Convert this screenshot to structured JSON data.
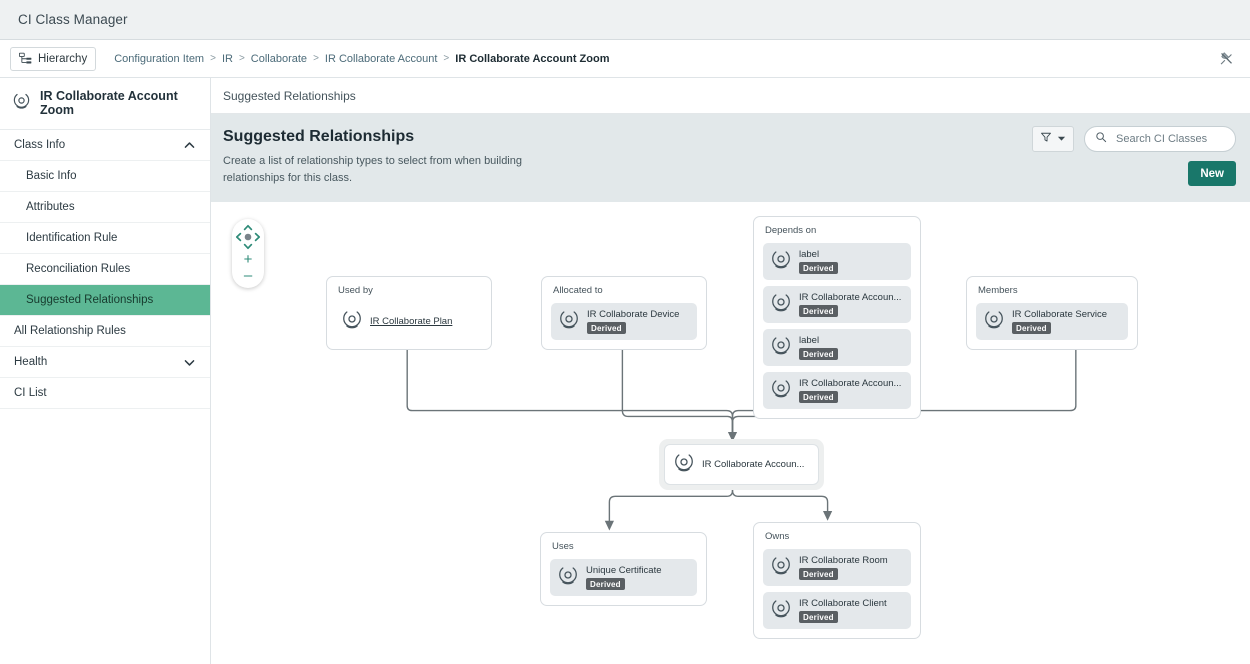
{
  "app": {
    "title": "CI Class Manager"
  },
  "topbar": {
    "hierarchy_button": "Hierarchy",
    "hierarchy_icon": "hierarchy-icon",
    "pin_icon": "unpin-icon",
    "breadcrumb": [
      {
        "label": "Configuration Item",
        "current": false
      },
      {
        "label": "IR",
        "current": false
      },
      {
        "label": "Collaborate",
        "current": false
      },
      {
        "label": "IR Collaborate Account",
        "current": false
      },
      {
        "label": "IR Collaborate Account Zoom",
        "current": true
      }
    ],
    "separator": ">"
  },
  "sidebar": {
    "header": {
      "icon": "gear-icon",
      "label": "IR Collaborate Account Zoom"
    },
    "items": [
      {
        "label": "Class Info",
        "type": "group",
        "expanded": true,
        "icon": "chevron-up-icon",
        "active": false
      },
      {
        "label": "Basic Info",
        "type": "sub",
        "active": false
      },
      {
        "label": "Attributes",
        "type": "sub",
        "active": false
      },
      {
        "label": "Identification Rule",
        "type": "sub",
        "active": false
      },
      {
        "label": "Reconciliation Rules",
        "type": "sub",
        "active": false
      },
      {
        "label": "Suggested Relationships",
        "type": "sub",
        "active": true
      },
      {
        "label": "All Relationship Rules",
        "type": "group",
        "expanded": false,
        "icon": "",
        "active": false
      },
      {
        "label": "Health",
        "type": "group",
        "expanded": false,
        "icon": "chevron-down-icon",
        "active": false
      },
      {
        "label": "CI List",
        "type": "group",
        "expanded": false,
        "icon": "",
        "active": false
      }
    ]
  },
  "main": {
    "tab": "Suggested Relationships",
    "panel": {
      "title": "Suggested Relationships",
      "description": "Create a list of relationship types to select from when building relationships for this class.",
      "filter_icon": "filter-icon",
      "filter_caret_icon": "caret-down-icon",
      "search_icon": "search-icon",
      "search_placeholder": "Search CI Classes",
      "search_value": "",
      "new_button": "New"
    }
  },
  "canvas": {
    "zoom_control": {
      "pad_icon": "pan-pad-icon",
      "zoom_in": "+",
      "zoom_out": "–"
    },
    "center_node": {
      "name": "IR Collaborate Accoun...",
      "icon": "gear-icon"
    },
    "groups": [
      {
        "id": "used-by",
        "title": "Used by",
        "items": [
          {
            "name": "IR Collaborate Plan",
            "derived": false,
            "icon": "gear-icon"
          }
        ]
      },
      {
        "id": "allocated-to",
        "title": "Allocated to",
        "items": [
          {
            "name": "IR Collaborate Device",
            "derived": true,
            "badge": "Derived",
            "icon": "gear-icon"
          }
        ]
      },
      {
        "id": "depends-on",
        "title": "Depends on",
        "items": [
          {
            "name": "label",
            "derived": true,
            "badge": "Derived",
            "icon": "gear-icon"
          },
          {
            "name": "IR Collaborate Accoun...",
            "derived": true,
            "badge": "Derived",
            "icon": "gear-icon"
          },
          {
            "name": "label",
            "derived": true,
            "badge": "Derived",
            "icon": "gear-icon"
          },
          {
            "name": "IR Collaborate Accoun...",
            "derived": true,
            "badge": "Derived",
            "icon": "gear-icon"
          }
        ]
      },
      {
        "id": "members",
        "title": "Members",
        "items": [
          {
            "name": "IR Collaborate Service",
            "derived": true,
            "badge": "Derived",
            "icon": "gear-icon"
          }
        ]
      },
      {
        "id": "uses",
        "title": "Uses",
        "items": [
          {
            "name": "Unique Certificate",
            "derived": true,
            "badge": "Derived",
            "icon": "gear-icon"
          }
        ]
      },
      {
        "id": "owns",
        "title": "Owns",
        "items": [
          {
            "name": "IR Collaborate Room",
            "derived": true,
            "badge": "Derived",
            "icon": "gear-icon"
          },
          {
            "name": "IR Collaborate Client",
            "derived": true,
            "badge": "Derived",
            "icon": "gear-icon"
          }
        ]
      }
    ]
  },
  "colors": {
    "accent_active": "#5cb794",
    "accent_button": "#19776a",
    "panel_bg": "#e2e8ea",
    "badge": "#5a5f63",
    "wire": "#6b7478"
  }
}
